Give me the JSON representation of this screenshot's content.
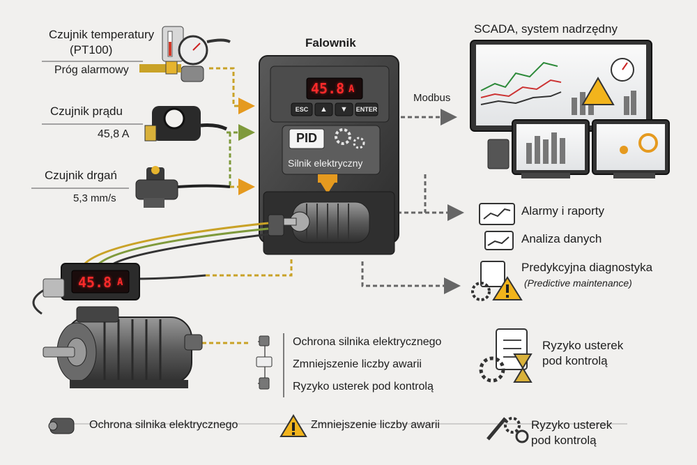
{
  "colors": {
    "background": "#f1f0ee",
    "accent_orange": "#e59a1f",
    "line_yellow": "#c9a227",
    "line_green": "#7f9a3c",
    "line_gray": "#666666",
    "display_red": "#ff2a2a",
    "warning_yellow": "#f2b41c",
    "device_dark": "#3a3a3a"
  },
  "inverter": {
    "title": "Falownik",
    "display_value": "45.8",
    "display_unit": "A",
    "buttons": [
      "ESC",
      "▲",
      "▼",
      "ENTER"
    ],
    "pid_label": "PID",
    "motor_label": "Silnik elektryczny"
  },
  "sensors": {
    "temperature": {
      "title": "Czujnik temperatury",
      "subtitle": "(PT100)",
      "alarm": "Próg alarmowy"
    },
    "current": {
      "title": "Czujnik prądu",
      "value": "45,8 A"
    },
    "vibration": {
      "title": "Czujnik drgań",
      "value": "5,3 mm/s"
    }
  },
  "meter": {
    "display_value": "45.8",
    "display_unit": "A"
  },
  "scada": {
    "title": "SCADA, system nadrzędny",
    "link_label": "Modbus"
  },
  "outputs": [
    {
      "label": "Alarmy i raporty",
      "icon": "chart-monitor-icon"
    },
    {
      "label": "Analiza danych",
      "icon": "monitor-graph-icon"
    },
    {
      "label": "Predykcyjna diagnostyka",
      "sublabel": "(Predictive maintenance)",
      "icon": "gear-warning-icon"
    }
  ],
  "benefits_list": [
    "Ochrona silnika elektrycznego",
    "Zmniejszenie liczby awarii",
    "Ryzyko usterek pod kontrolą"
  ],
  "risk_block": {
    "line1": "Ryzyko usterek",
    "line2": "pod kontrolą"
  },
  "footer": [
    {
      "label": "Ochrona silnika elektrycznego",
      "icon": "motor-icon"
    },
    {
      "label": "Zmniejszenie liczby awarii",
      "icon": "warning-icon"
    },
    {
      "label_line1": "Ryzyko usterek",
      "label_line2": "pod kontrolą",
      "icon": "wrench-gear-icon"
    }
  ]
}
